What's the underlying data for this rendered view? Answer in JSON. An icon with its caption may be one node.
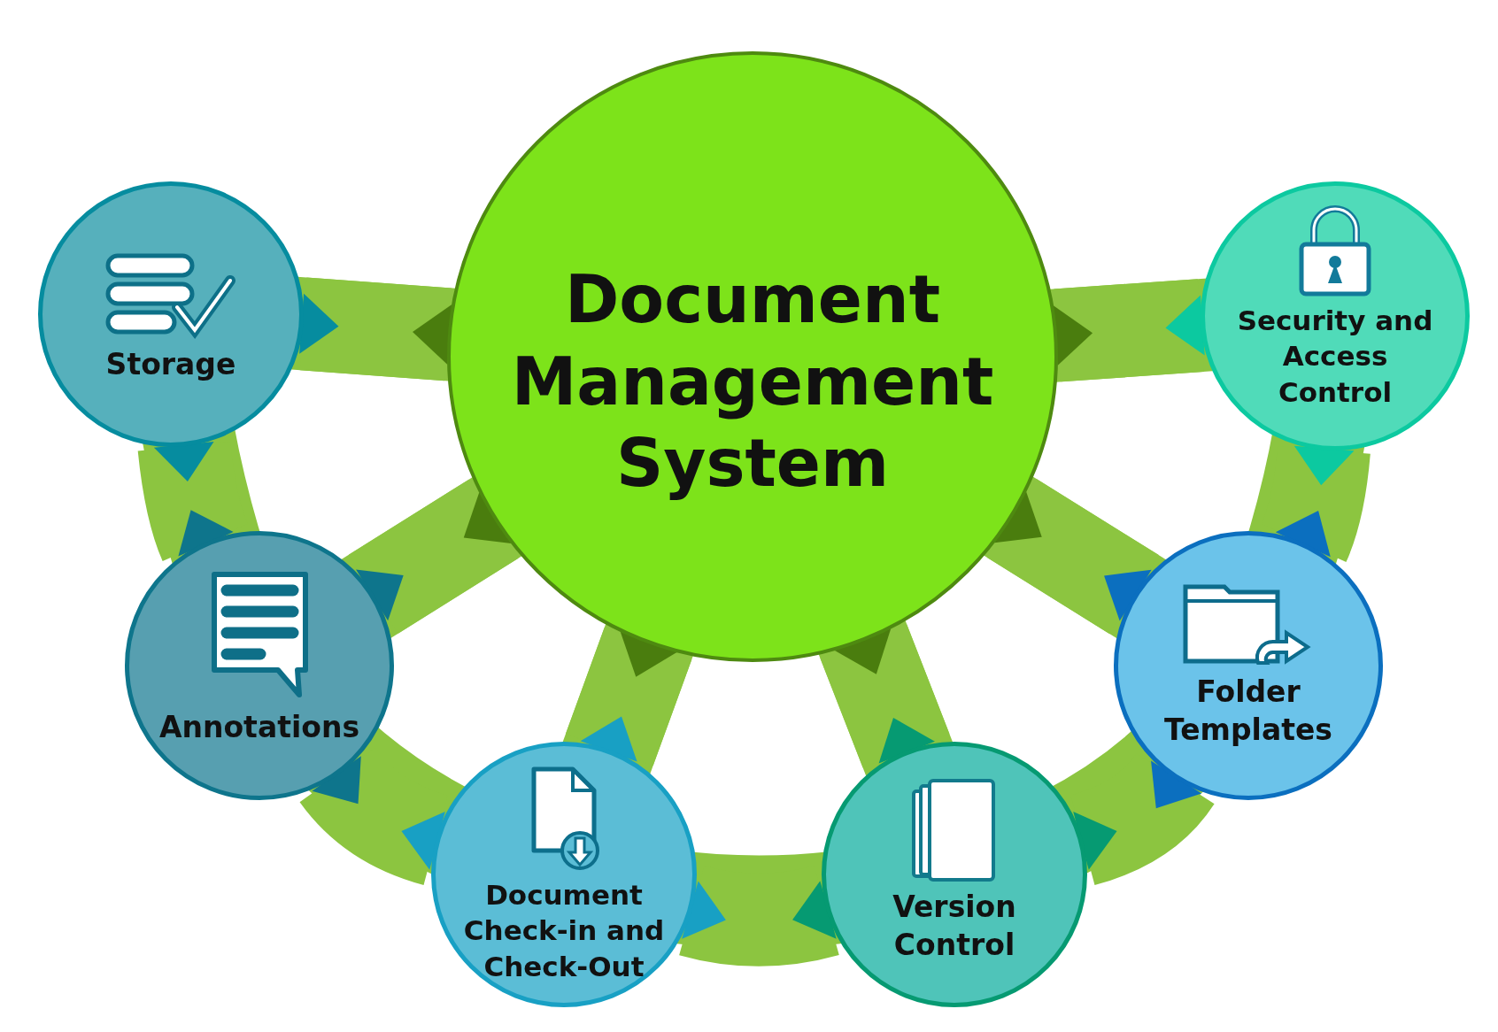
{
  "diagram": {
    "nodes": [
      {
        "text": [
          "Document Management System"
        ]
      },
      {
        "text": [
          "Storage"
        ]
      },
      {
        "text": [
          "Security and Access Control"
        ]
      },
      {
        "text": [
          "Annotations"
        ]
      },
      {
        "text": [
          "Folder Templates"
        ]
      },
      {
        "text": [
          "Document Check-in and Check-Out"
        ]
      },
      {
        "text": [
          "Version Control"
        ]
      }
    ],
    "edges": [
      {
        "from": 0,
        "to": 1,
        "arrow": "both"
      },
      {
        "from": 0,
        "to": 2,
        "arrow": "both"
      },
      {
        "from": 0,
        "to": 3,
        "arrow": "both"
      },
      {
        "from": 0,
        "to": 4,
        "arrow": "both"
      },
      {
        "from": 0,
        "to": 5,
        "arrow": "both"
      },
      {
        "from": 0,
        "to": 6,
        "arrow": "both"
      },
      {
        "from": 1,
        "to": 3,
        "arrow": "both"
      },
      {
        "from": 3,
        "to": 5,
        "arrow": "both"
      },
      {
        "from": 5,
        "to": 6,
        "arrow": "both"
      },
      {
        "from": 6,
        "to": 4,
        "arrow": "both"
      },
      {
        "from": 4,
        "to": 2,
        "arrow": "both"
      }
    ]
  }
}
